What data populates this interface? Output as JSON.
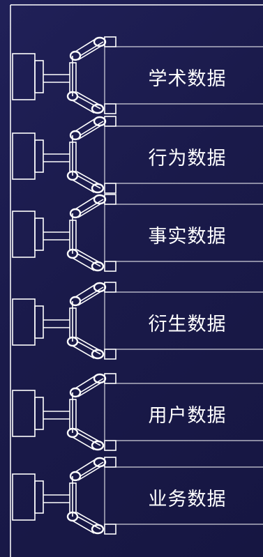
{
  "colors": {
    "background": "#1b1b4d",
    "line": "#ffffff",
    "text": "#ffffff"
  },
  "robot_icon": "robotic-gripper-icon",
  "rows": [
    {
      "label": "学术数据"
    },
    {
      "label": "行为数据"
    },
    {
      "label": "事实数据"
    },
    {
      "label": "衍生数据"
    },
    {
      "label": "用户数据"
    },
    {
      "label": "业务数据"
    }
  ]
}
